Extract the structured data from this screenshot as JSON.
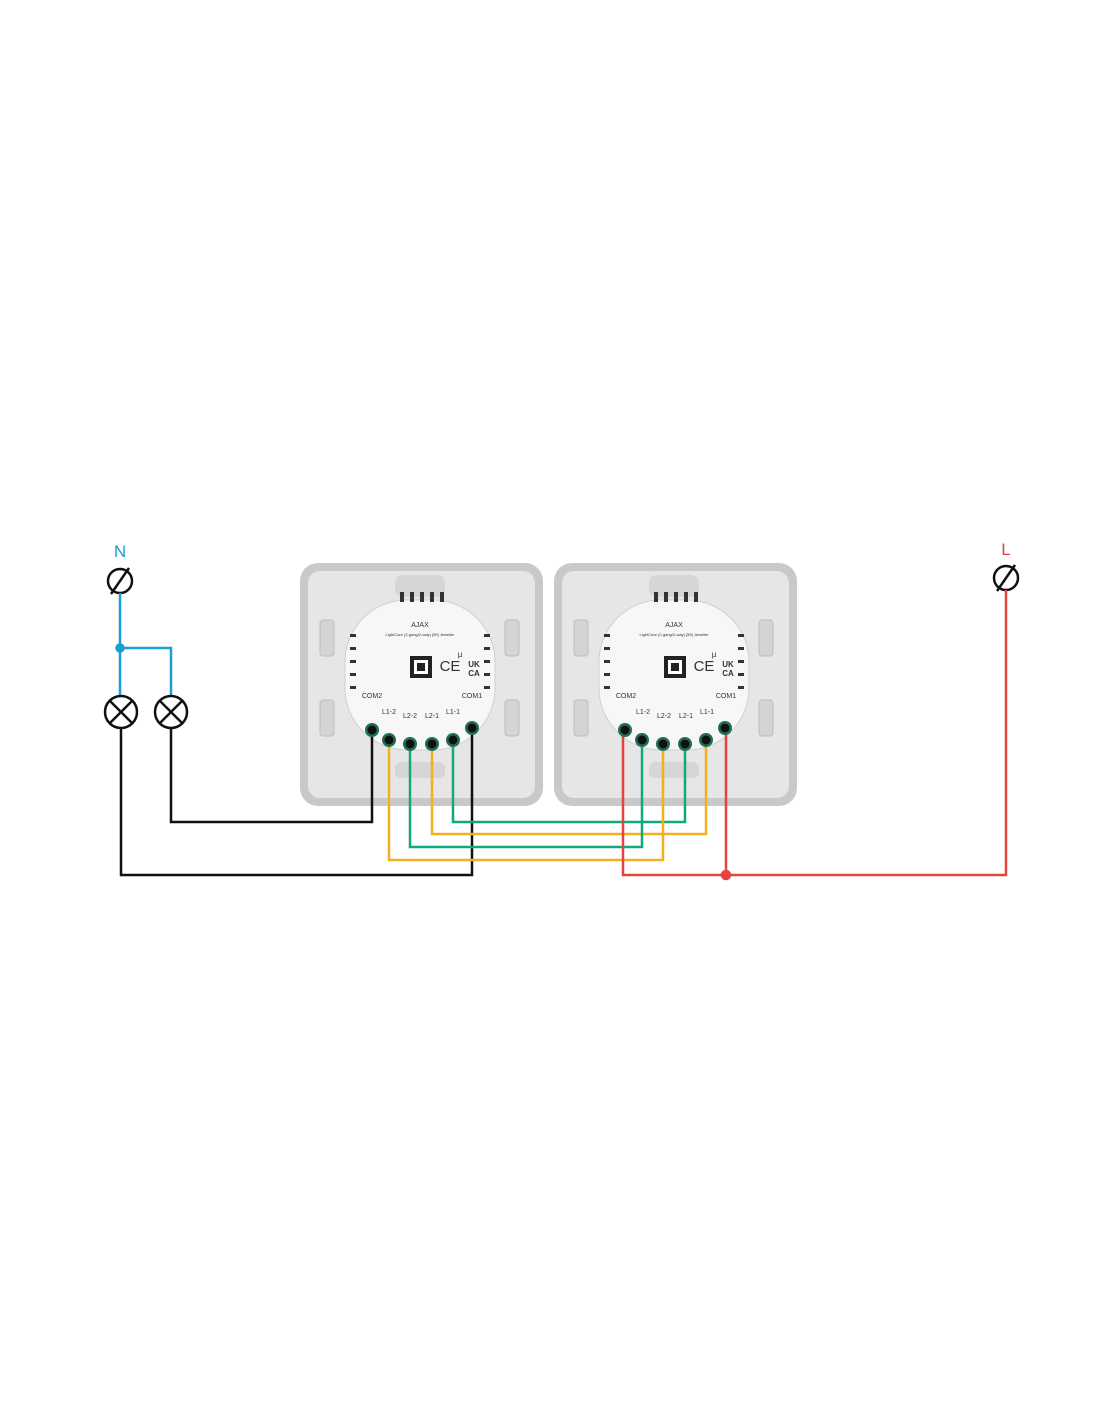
{
  "supply": {
    "neutral_label": "N",
    "live_label": "L"
  },
  "device_left": {
    "brand": "AJAX",
    "model": "LightCore (2-gang/2-way) [55] Jeweller",
    "terminals": [
      "COM2",
      "L1-2",
      "L2-2",
      "L2-1",
      "L1-1",
      "COM1"
    ],
    "marks": {
      "ce": "CE",
      "ukca_top": "UK",
      "ukca_bottom": "CA",
      "mu": "µ"
    }
  },
  "device_right": {
    "brand": "AJAX",
    "model": "LightCore (2-gang/2-way) [55] Jeweller",
    "terminals": [
      "COM2",
      "L1-2",
      "L2-2",
      "L2-1",
      "L1-1",
      "COM1"
    ],
    "marks": {
      "ce": "CE",
      "ukca_top": "UK",
      "ukca_bottom": "CA",
      "mu": "µ"
    }
  },
  "colors": {
    "neutral": "#1a9fd4",
    "live": "#e2453c",
    "green": "#12a87e",
    "yellow": "#f2b01e",
    "black": "#111111"
  }
}
